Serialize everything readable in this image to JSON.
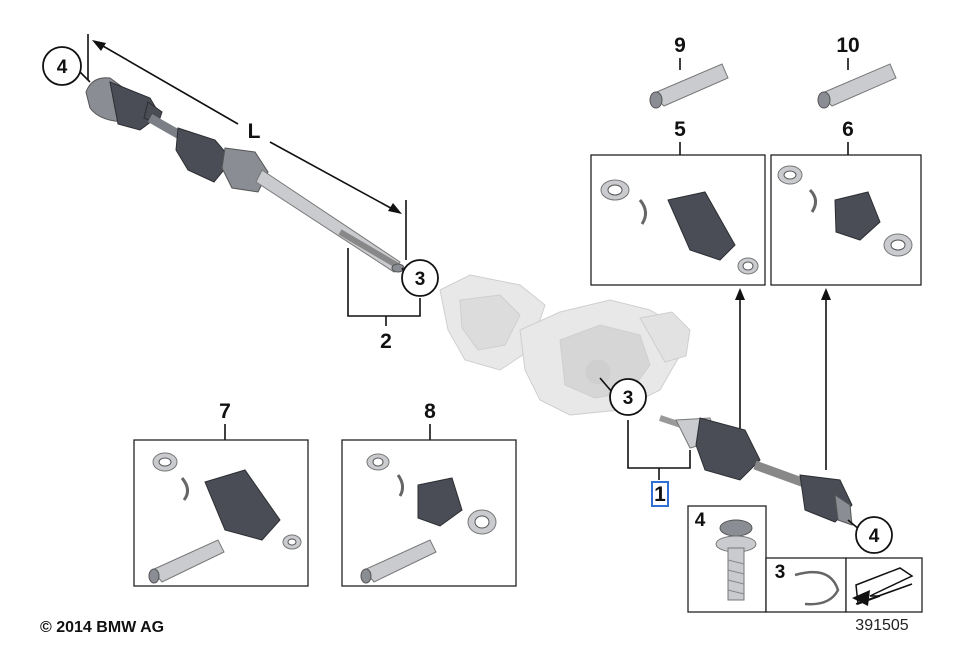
{
  "labels": {
    "item_9": "9",
    "item_10": "10",
    "item_5": "5",
    "item_6": "6",
    "item_7": "7",
    "item_8": "8",
    "item_2": "2",
    "item_1": "1",
    "dim_L": "L",
    "callout_4_top": "4",
    "callout_3_upper": "3",
    "callout_3_center": "3",
    "callout_4_right": "4",
    "inset_4": "4",
    "inset_3": "3"
  },
  "footer": {
    "copyright": "© 2014 BMW AG",
    "diagram_number": "391505"
  },
  "colors": {
    "selection_highlight": "#2f6fd6",
    "part_dark": "#4a4d55",
    "line": "#111111"
  }
}
